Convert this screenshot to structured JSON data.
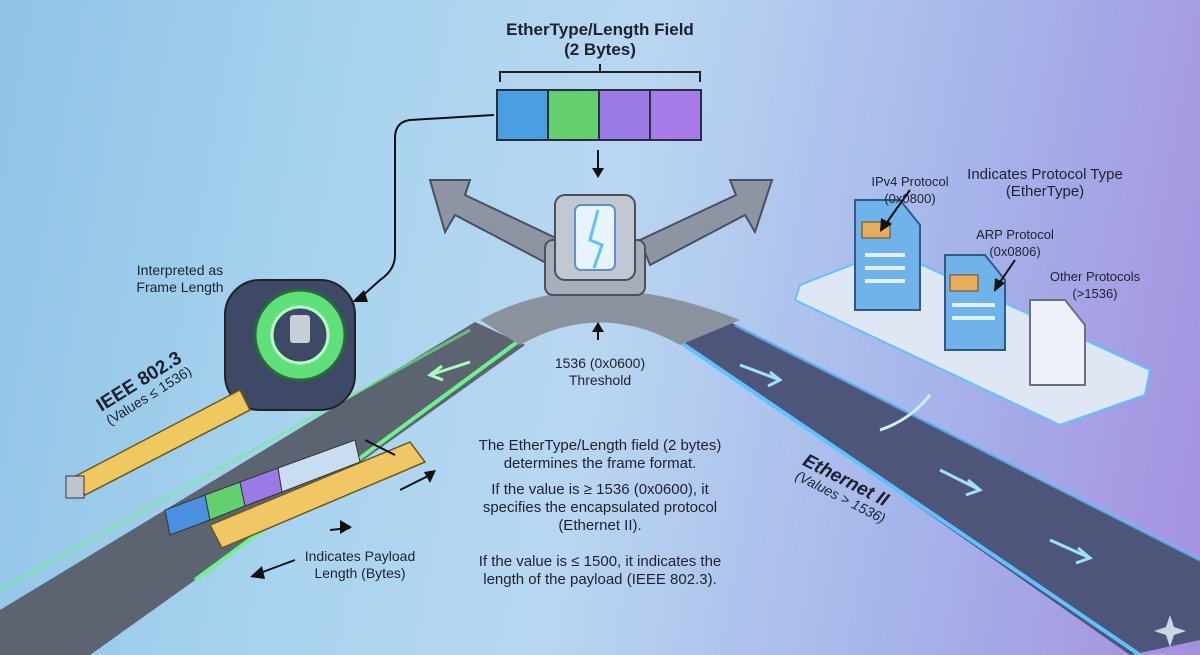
{
  "header": {
    "title_line1": "EtherType/Length Field",
    "title_line2": "(2 Bytes)"
  },
  "field_bytes": {
    "colors": [
      "#4a9fe0",
      "#63cf6e",
      "#9a7be6",
      "#a77ce8"
    ]
  },
  "switch": {
    "threshold_line1": "1536 (0x0600)",
    "threshold_line2": "Threshold"
  },
  "left_branch": {
    "interpreted_line1": "Interpreted as",
    "interpreted_line2": "Frame Length",
    "standard": "IEEE 802.3",
    "range": "(Values ≤ 1536)",
    "payload_line1": "Indicates Payload",
    "payload_line2": "Length (Bytes)",
    "accent": "#5de07a"
  },
  "right_branch": {
    "protocol_type_line1": "Indicates Protocol Type",
    "protocol_type_line2": "(EtherType)",
    "protocols": [
      {
        "name": "IPv4 Protocol",
        "code": "(0x0800)"
      },
      {
        "name": "ARP Protocol",
        "code": "(0x0806)"
      },
      {
        "name": "Other Protocols",
        "code": "(>1536)"
      }
    ],
    "standard": "Ethernet II",
    "range": "(Values > 1536)",
    "accent": "#4fb4f5"
  },
  "explanation": {
    "p1_line1": "The EtherType/Length field (2 bytes)",
    "p1_line2": "determines the frame format.",
    "p2_line1": "If the value is ≥ 1536 (0x0600), it",
    "p2_line2": "specifies the encapsulated protocol",
    "p2_line3": "(Ethernet II).",
    "p3_line1": "If the value is ≤ 1500, it indicates the",
    "p3_line2": "length of the payload (IEEE 802.3)."
  }
}
